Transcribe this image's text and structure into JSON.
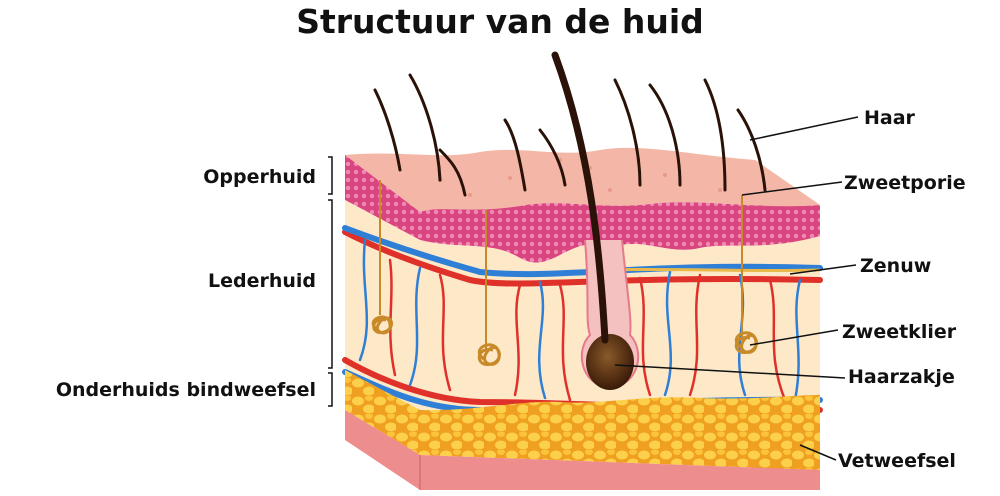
{
  "title": "Structuur van de huid",
  "layers": {
    "epidermis": "Opperhuid",
    "dermis": "Lederhuid",
    "subcutis": "Onderhuids bindweefsel"
  },
  "parts": {
    "hair": "Haar",
    "sweat_pore": "Zweetporie",
    "nerve": "Zenuw",
    "sweat_gland": "Zweetklier",
    "hair_follicle": "Haarzakje",
    "fat_tissue": "Vetweefsel"
  },
  "colors": {
    "skin_surface": "#f4b6a6",
    "epidermis_mesh": "#d9457f",
    "dermis": "#fde8c8",
    "artery": "#e0302a",
    "vein": "#2f7fd6",
    "nerve": "#e8b84a",
    "fat": "#f7b82a",
    "muscle_side": "#ee8d8d",
    "hair": "#2a1208"
  }
}
